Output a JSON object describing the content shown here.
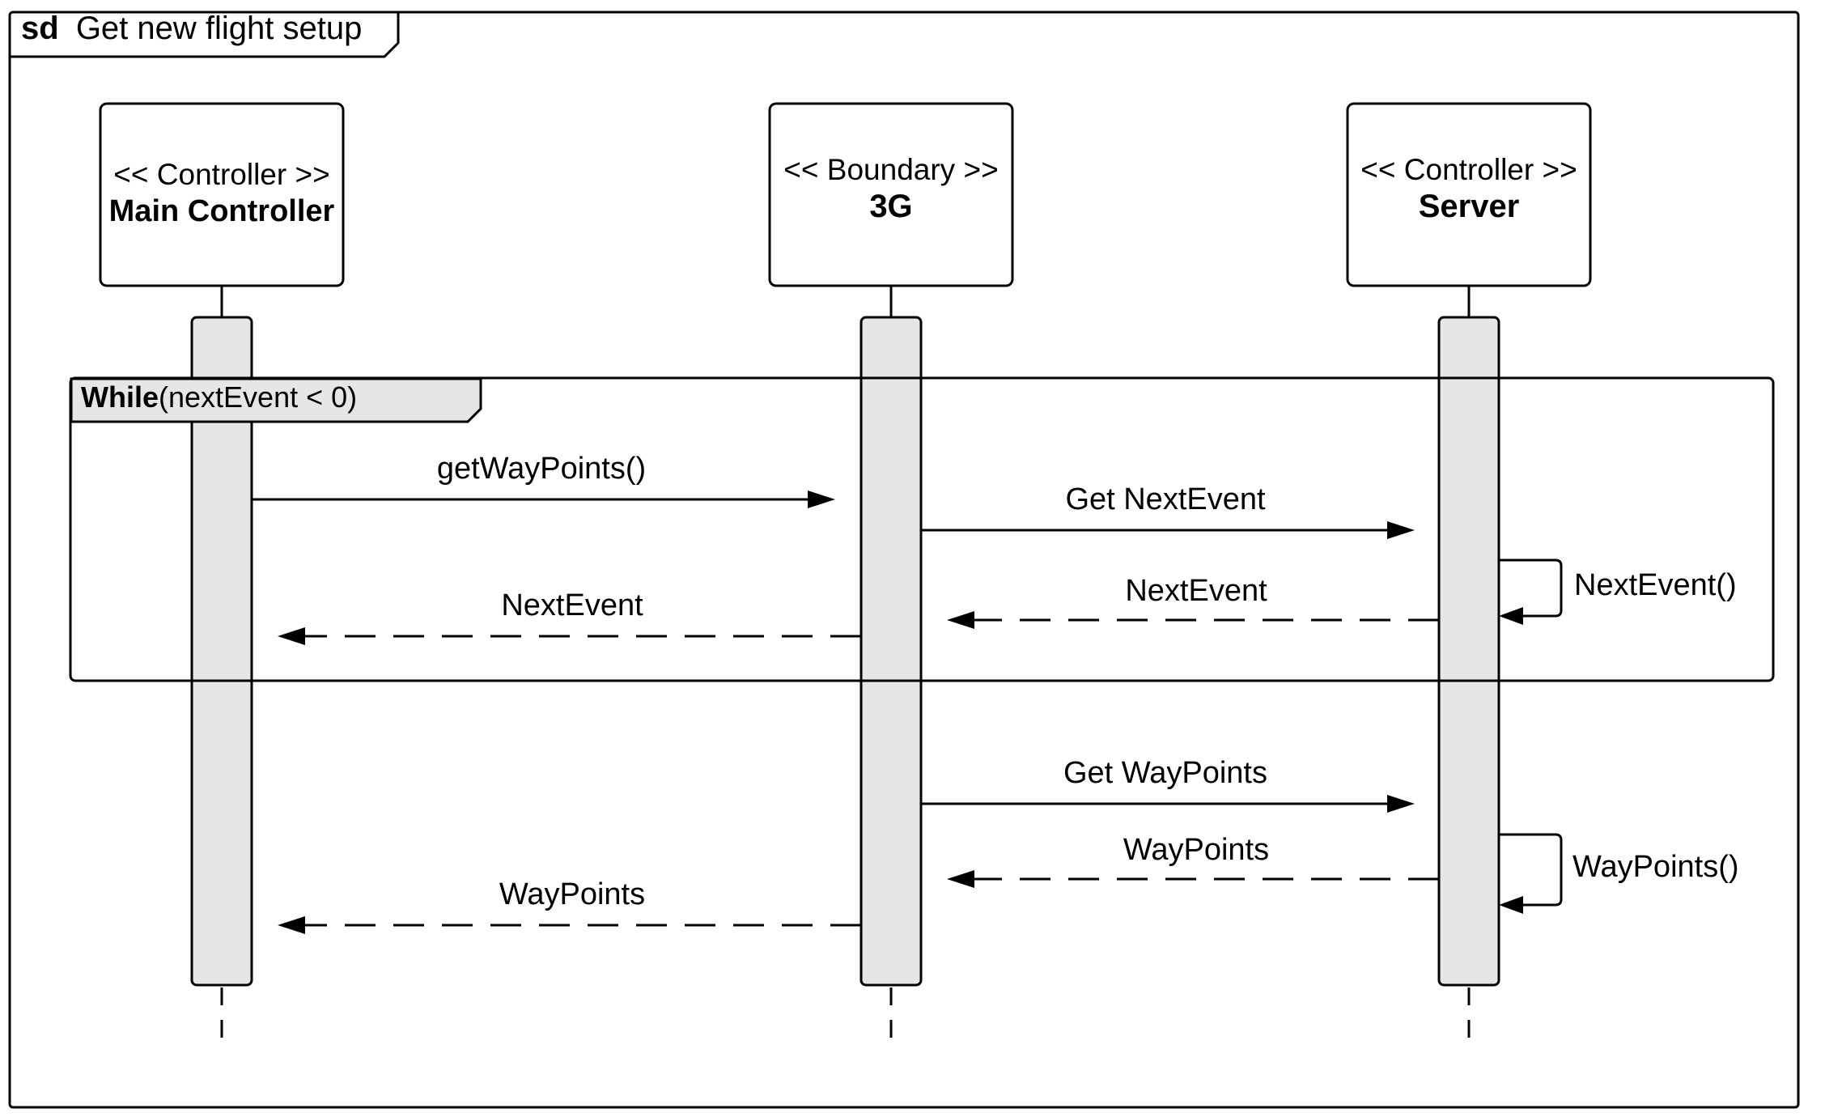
{
  "frame": {
    "keyword": "sd",
    "title": "Get new flight setup"
  },
  "lifelines": [
    {
      "stereotype": "<< Controller >>",
      "name": "Main Controller"
    },
    {
      "stereotype": "<< Boundary >>",
      "name": "3G"
    },
    {
      "stereotype": "<< Controller >>",
      "name": "Server"
    }
  ],
  "loop": {
    "keyword": "While",
    "condition": "(nextEvent < 0)"
  },
  "messages": [
    {
      "label": "getWayPoints()",
      "from": "Main Controller",
      "to": "3G",
      "kind": "sync"
    },
    {
      "label": "Get NextEvent",
      "from": "3G",
      "to": "Server",
      "kind": "sync"
    },
    {
      "label": "NextEvent()",
      "from": "Server",
      "to": "Server",
      "kind": "self"
    },
    {
      "label": "NextEvent",
      "from": "Server",
      "to": "3G",
      "kind": "return"
    },
    {
      "label": "NextEvent",
      "from": "3G",
      "to": "Main Controller",
      "kind": "return"
    },
    {
      "label": "Get WayPoints",
      "from": "3G",
      "to": "Server",
      "kind": "sync"
    },
    {
      "label": "WayPoints()",
      "from": "Server",
      "to": "Server",
      "kind": "self"
    },
    {
      "label": "WayPoints",
      "from": "Server",
      "to": "3G",
      "kind": "return"
    },
    {
      "label": "WayPoints",
      "from": "3G",
      "to": "Main Controller",
      "kind": "return"
    }
  ],
  "colors": {
    "activation": "#e6e6e6",
    "tab": "#e6e6e6",
    "stroke": "#000000",
    "background": "#ffffff"
  }
}
